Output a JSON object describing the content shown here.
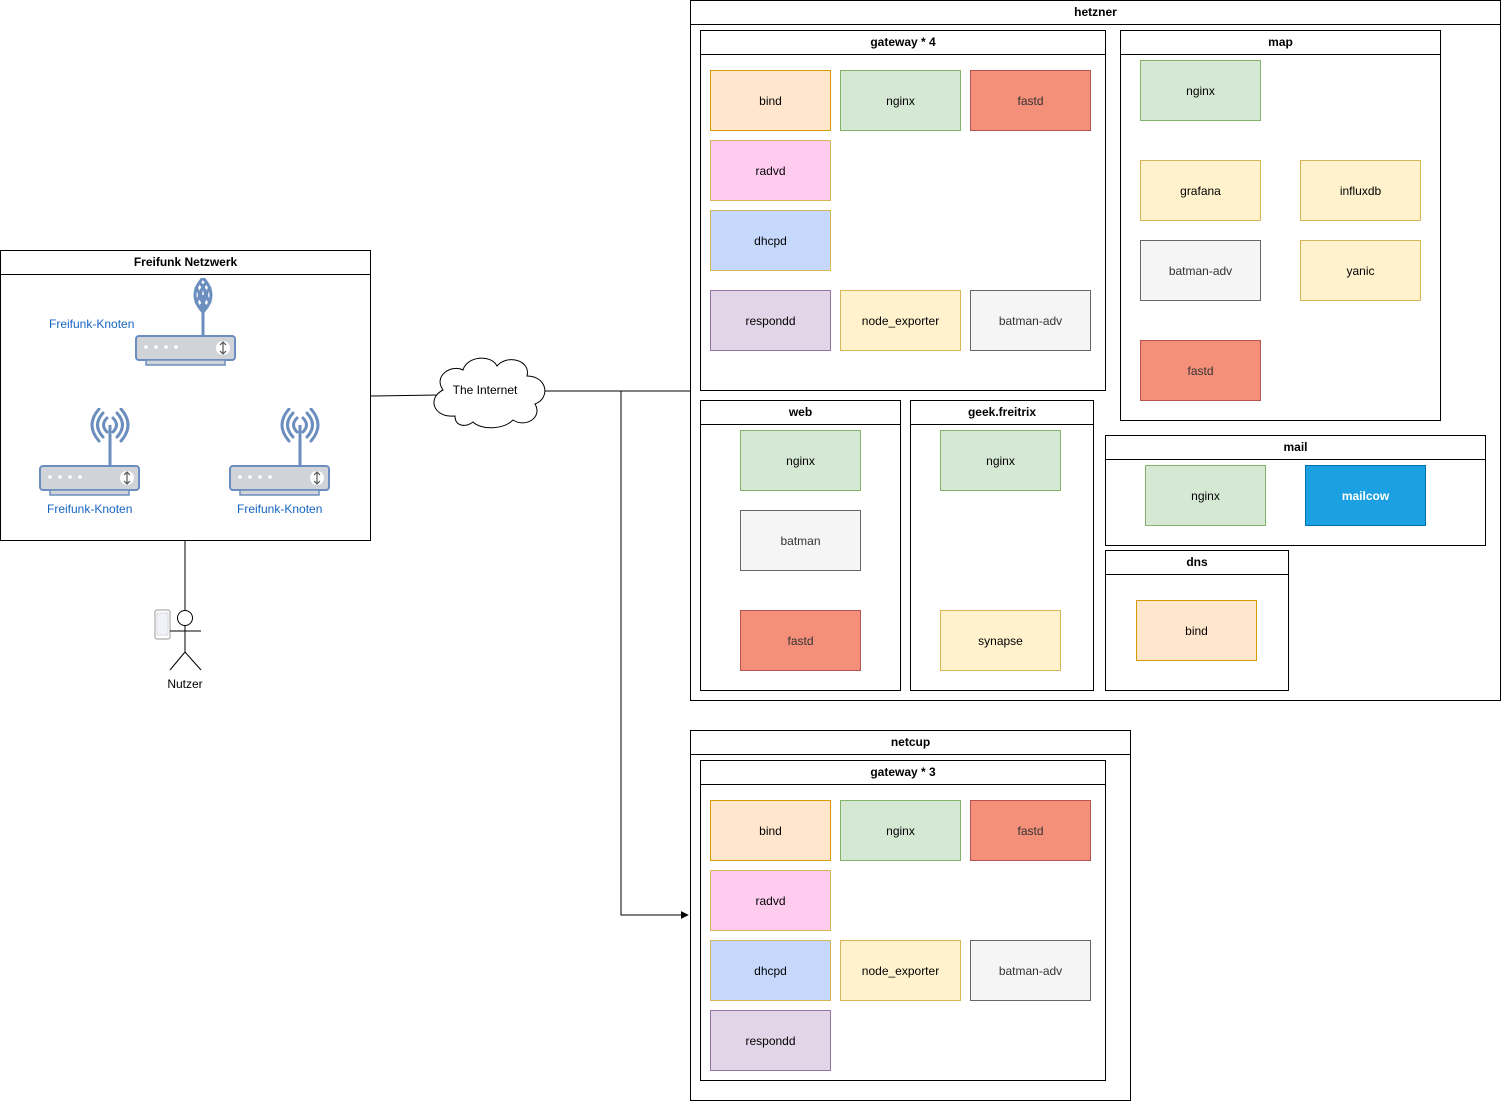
{
  "freifunk": {
    "title": "Freifunk Netzwerk",
    "node_label_top": "Freifunk-Knoten",
    "node_label_left": "Freifunk-Knoten",
    "node_label_right": "Freifunk-Knoten"
  },
  "user": {
    "label": "Nutzer"
  },
  "internet": {
    "label": "The Internet"
  },
  "hetzner": {
    "title": "hetzner",
    "gateway": {
      "title": "gateway * 4",
      "bind": "bind",
      "radvd": "radvd",
      "dhcpd": "dhcpd",
      "respondd": "respondd",
      "nginx": "nginx",
      "node_exporter": "node_exporter",
      "fastd": "fastd",
      "batman_adv": "batman-adv"
    },
    "map": {
      "title": "map",
      "nginx": "nginx",
      "grafana": "grafana",
      "influxdb": "influxdb",
      "batman_adv": "batman-adv",
      "yanic": "yanic",
      "fastd": "fastd"
    },
    "web": {
      "title": "web",
      "nginx": "nginx",
      "batman": "batman",
      "fastd": "fastd"
    },
    "geek": {
      "title": "geek.freitrix",
      "nginx": "nginx",
      "synapse": "synapse"
    },
    "mail": {
      "title": "mail",
      "nginx": "nginx",
      "mailcow": "mailcow"
    },
    "dns": {
      "title": "dns",
      "bind": "bind"
    }
  },
  "netcup": {
    "title": "netcup",
    "gateway": {
      "title": "gateway * 3",
      "bind": "bind",
      "radvd": "radvd",
      "dhcpd": "dhcpd",
      "respondd": "respondd",
      "nginx": "nginx",
      "node_exporter": "node_exporter",
      "fastd": "fastd",
      "batman_adv": "batman-adv"
    }
  }
}
